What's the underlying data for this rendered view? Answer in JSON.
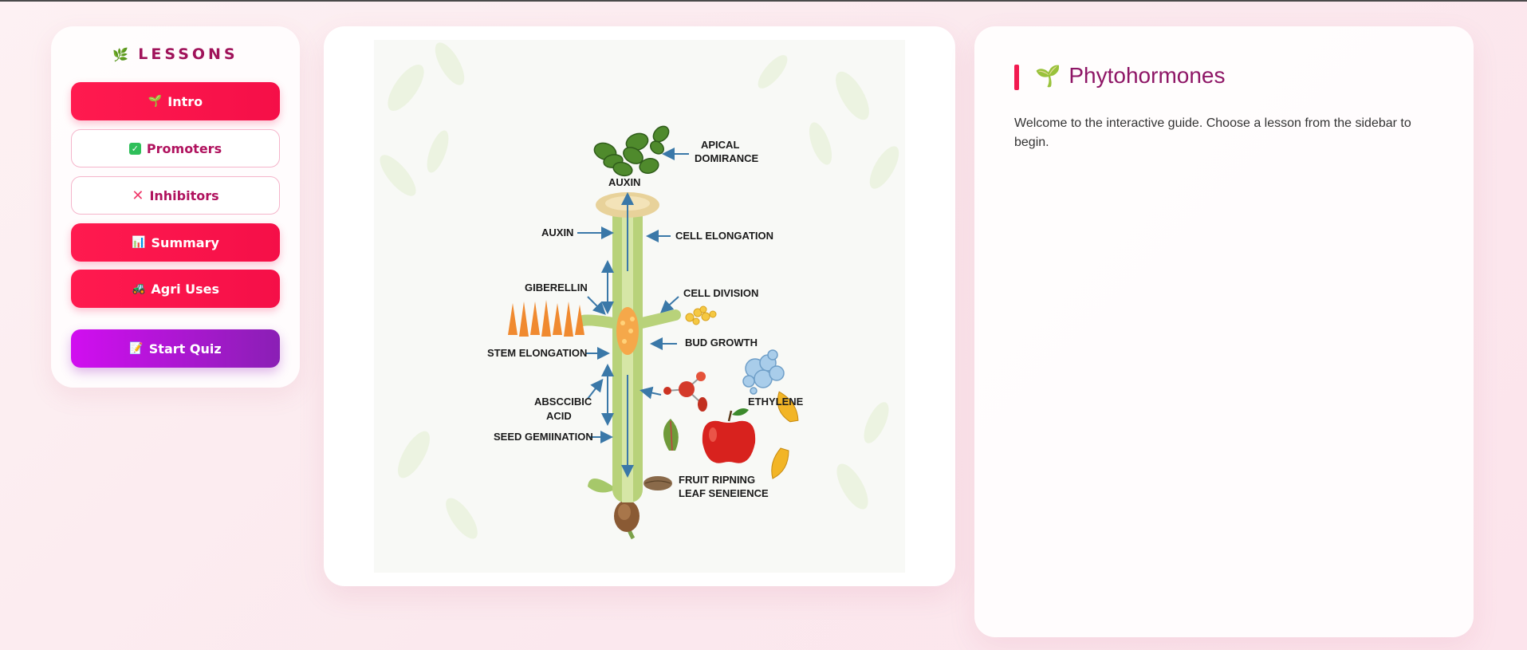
{
  "sidebar": {
    "title": "LESSONS",
    "items": [
      {
        "label": "Intro",
        "icon": "sprout-icon",
        "style": "solid"
      },
      {
        "label": "Promoters",
        "icon": "check-icon",
        "style": "outline"
      },
      {
        "label": "Inhibitors",
        "icon": "cross-icon",
        "style": "outline"
      },
      {
        "label": "Summary",
        "icon": "chart-icon",
        "style": "solid"
      },
      {
        "label": "Agri Uses",
        "icon": "tractor-icon",
        "style": "solid"
      }
    ],
    "quiz_label": "Start Quiz"
  },
  "diagram": {
    "labels": {
      "apical": "APICAL",
      "dominance": "DOMIRANCE",
      "auxin_top": "AUXIN",
      "auxin_left": "AUXIN",
      "cell_elongation": "CELL ELONGATION",
      "giberellin": "GIBERELLIN",
      "cell_division": "CELL DIVISION",
      "stem_elongation": "STEM ELONGATION",
      "bud_growth": "BUD GROWTH",
      "abscisic_1": "ABSCCIBIC",
      "abscisic_2": "ACID",
      "ethylene": "ETHYLENE",
      "seed_germination": "SEED GEMIINATION",
      "fruit_ripening": "FRUIT RIPNING",
      "leaf_senescence": "LEAF SENEIENCE"
    }
  },
  "info": {
    "title": "Phytohormones",
    "text": "Welcome to the interactive guide. Choose a lesson from the sidebar to begin."
  },
  "colors": {
    "accent": "#f21a50",
    "title": "#8e1666",
    "quiz_start": "#d10ef0",
    "quiz_end": "#8a1fb5"
  }
}
